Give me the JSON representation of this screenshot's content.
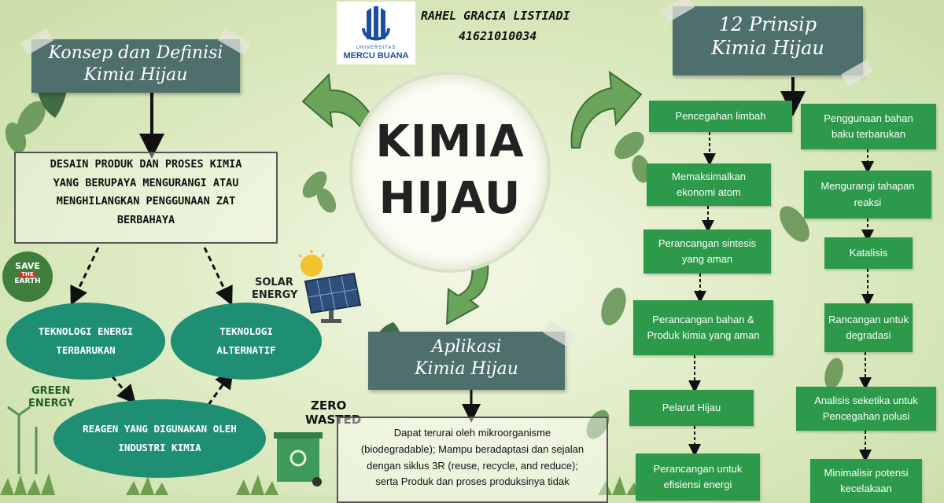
{
  "author": {
    "name": "RAHEL GRACIA LISTIADI",
    "id": "41621010034"
  },
  "logo": {
    "line1": "UNIVERSITAS",
    "line2": "MERCU BUANA"
  },
  "title": {
    "line1": "KIMIA",
    "line2": "HIJAU"
  },
  "left": {
    "banner": {
      "line1": "Konsep dan Definisi",
      "line2": "Kimia Hijau"
    },
    "definition": {
      "line1": "DESAIN PRODUK DAN PROSES KIMIA",
      "line2": "YANG BERUPAYA MENGURANGI ATAU",
      "line3": "MENGHILANGKAN PENGGUNAAN ZAT",
      "line4": "BERBAHAYA"
    },
    "node1": {
      "line1": "TEKNOLOGI ENERGI",
      "line2": "TERBARUKAN"
    },
    "node2": {
      "line1": "TEKNOLOGI",
      "line2": "ALTERNATIF"
    },
    "node3": {
      "line1": "REAGEN YANG DIGUNAKAN OLEH",
      "line2": "INDUSTRI KIMIA"
    }
  },
  "center": {
    "banner": {
      "line1": "Aplikasi",
      "line2": "Kimia Hijau"
    },
    "text": {
      "line1": "Dapat terurai oleh mikroorganisme",
      "line2": "(biodegradable);  Mampu beradaptasi dan sejalan",
      "line3": "dengan siklus 3R (reuse, recycle, and reduce);",
      "line4": "serta Produk dan proses produksinya tidak"
    }
  },
  "right": {
    "banner": {
      "line1": "12 Prinsip",
      "line2": "Kimia Hijau"
    },
    "col1": [
      {
        "line1": "Pencegahan limbah",
        "line2": ""
      },
      {
        "line1": "Memaksimalkan",
        "line2": "ekonomi atom"
      },
      {
        "line1": "Perancangan sintesis",
        "line2": "yang aman"
      },
      {
        "line1": "Perancangan bahan &",
        "line2": "Produk kimia yang aman"
      },
      {
        "line1": "Pelarut Hijau",
        "line2": ""
      },
      {
        "line1": "Perancangan untuk",
        "line2": "efisiensi energi"
      }
    ],
    "col2": [
      {
        "line1": "Penggunaan bahan",
        "line2": "baku terbarukan"
      },
      {
        "line1": "Mengurangi tahapan",
        "line2": "reaksi"
      },
      {
        "line1": "Katalisis",
        "line2": ""
      },
      {
        "line1": "Rancangan untuk",
        "line2": "degradasi"
      },
      {
        "line1": "Analisis seketika untuk",
        "line2": "Pencegahan polusi"
      },
      {
        "line1": "Minimalisir potensi",
        "line2": "kecelakaan"
      }
    ]
  },
  "icons": {
    "save_earth": {
      "line1": "SAVE",
      "line2": "THE",
      "line3": "EARTH"
    },
    "solar": {
      "line1": "SOLAR",
      "line2": "ENERGY"
    },
    "green_energy": {
      "line1": "GREEN",
      "line2": "ENERGY"
    },
    "zero_wasted": {
      "line1": "ZERO",
      "line2": "WASTED"
    }
  },
  "colors": {
    "banner": "#4e6f6b",
    "ellipse": "#1f8f74",
    "principle_box": "#2c9a4a",
    "arrow_green": "#6aa35a"
  }
}
